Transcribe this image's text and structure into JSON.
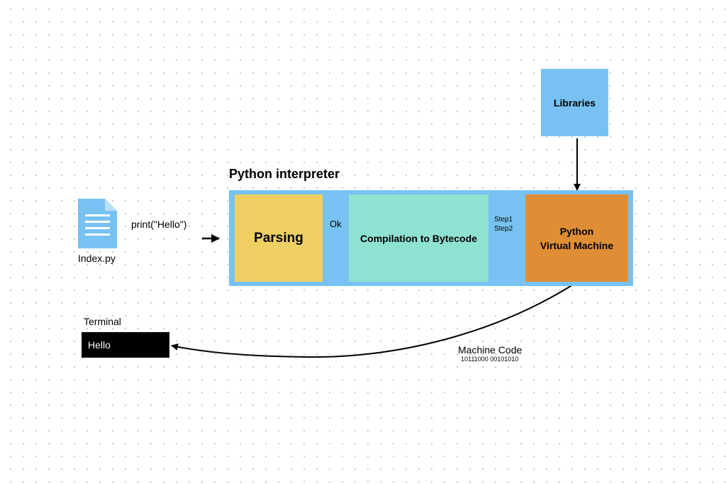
{
  "diagram": {
    "source_file": {
      "label": "Index.py",
      "icon": "document-icon",
      "code": "print(\"Hello\")",
      "color": "#77c2f2"
    },
    "interpreter": {
      "title": "Python interpreter",
      "color": "#77c2f2",
      "stages": [
        {
          "label": "Parsing",
          "color": "#efcf62"
        },
        {
          "label": "Compilation to Bytecode",
          "color": "#8fe2d2"
        },
        {
          "label_line1": "Python",
          "label_line2": "Virtual Machine",
          "color": "#e08e35"
        }
      ],
      "transitions": {
        "parse_to_compile": "Ok",
        "compile_to_vm_step1": "Step1",
        "compile_to_vm_step2": "Step2"
      }
    },
    "libraries": {
      "label": "Libraries",
      "color": "#77c2f2"
    },
    "output": {
      "machine_code_label": "Machine Code",
      "machine_code_bits": "10111000 00101010",
      "terminal_label": "Terminal",
      "terminal_text": "Hello"
    }
  }
}
